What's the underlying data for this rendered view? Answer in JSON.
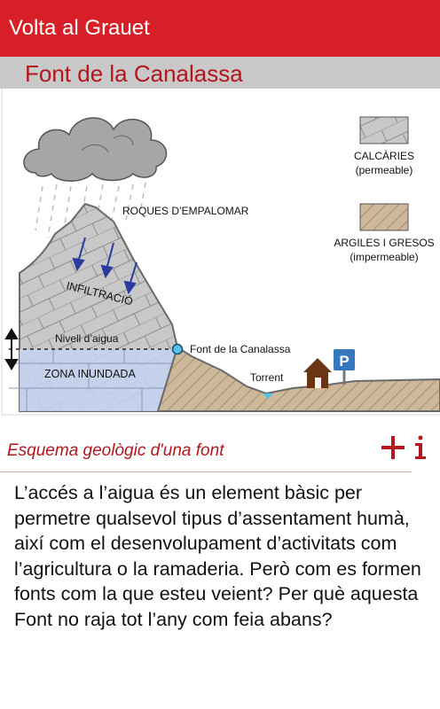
{
  "app": {
    "title": "Volta al Grauet"
  },
  "section": {
    "title": "Font de la Canalassa"
  },
  "diagram": {
    "labels": {
      "peak": "ROQUES D’EMPALOMAR",
      "infiltration": "INFILTRACIÓ",
      "water_level": "Nivell d’aigua",
      "flooded_zone": "ZONA INUNDADA",
      "spring": "Font de la Canalassa",
      "stream": "Torrent",
      "parking": "P"
    },
    "legend": [
      {
        "title": "CALCÀRIES",
        "subtitle": "(permeable)"
      },
      {
        "title": "ARGILES I GRESOS",
        "subtitle": "(impermeable)"
      }
    ],
    "colors": {
      "water": "#c6d4f2",
      "limestone": "#c8c8c8",
      "clay": "#cdb89a",
      "rain": "#bdbdbd",
      "arrow": "#2a3a9e",
      "spring_dot": "#55c3e8",
      "parking": "#3478bd"
    }
  },
  "caption": {
    "text": "Esquema geològic d'una font",
    "more_icon": "plus-info-icon"
  },
  "body": {
    "text": "L’accés a l’aigua és un element bàsic per permetre qualsevol tipus d’assentament humà, així com el desenvolupament d’activitats com l’agricultura o la ramaderia. Però com es formen fonts com la que esteu veient? Per què aquesta Font no raja tot l’any com feia abans?"
  },
  "theme": {
    "primary": "#d61f26",
    "accent_text": "#b3161c",
    "header_bg": "#c9c9c9"
  }
}
